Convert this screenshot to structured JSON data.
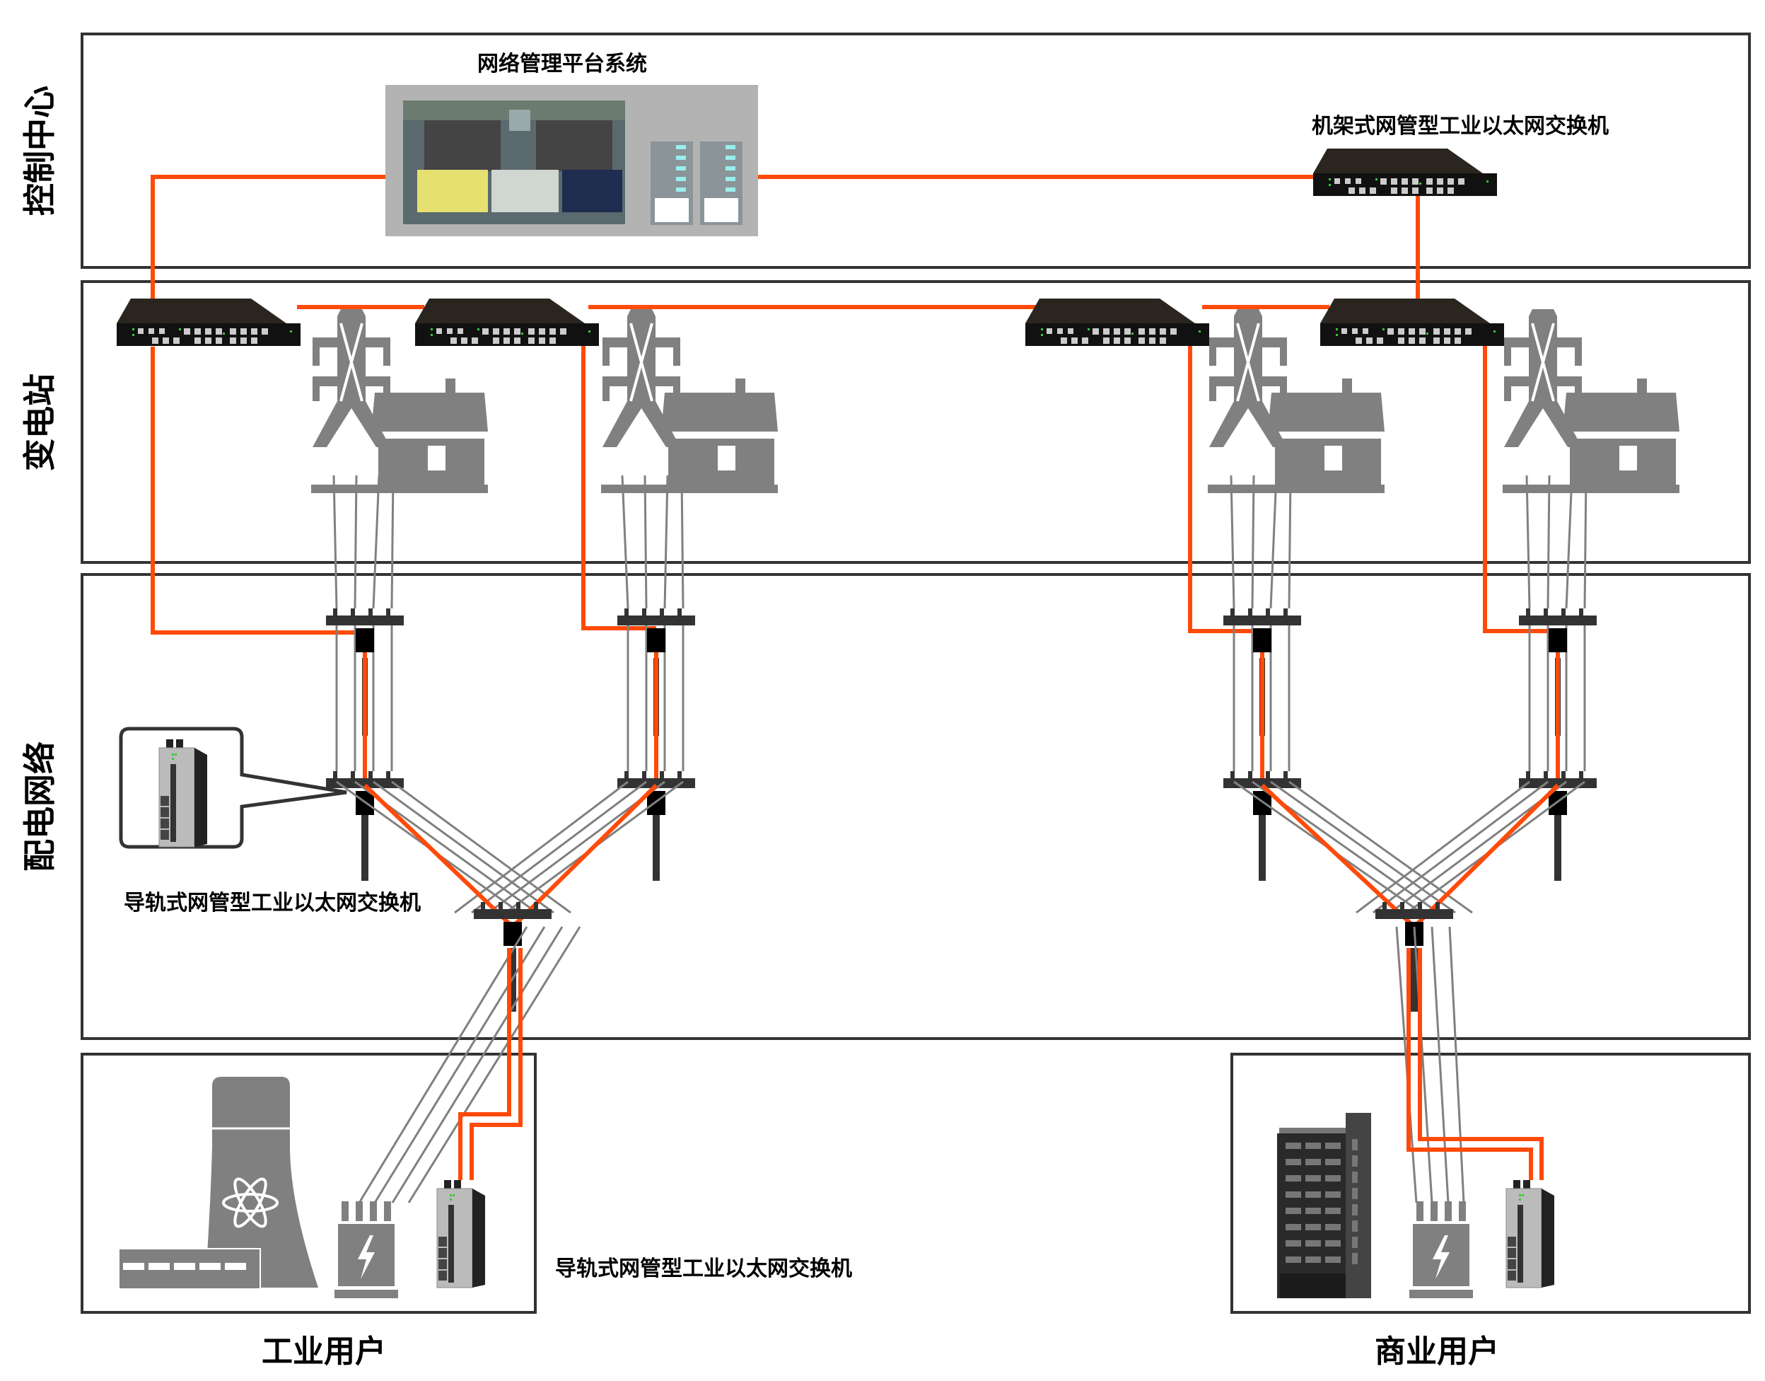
{
  "zones": {
    "control_center": "控制中心",
    "substation": "变电站",
    "distribution": "配电网络",
    "industrial_user": "工业用户",
    "commercial_user": "商业用户"
  },
  "devices": {
    "nms_platform": "网络管理平台系统",
    "rack_switch": "机架式网管型工业以太网交换机",
    "din_switch_callout": "导轨式网管型工业以太网交换机",
    "din_switch_user": "导轨式网管型工业以太网交换机"
  },
  "colors": {
    "fiber": "#ff4a0a",
    "power_line": "#808080",
    "icon_gray": "#808080",
    "frame": "#333333"
  }
}
